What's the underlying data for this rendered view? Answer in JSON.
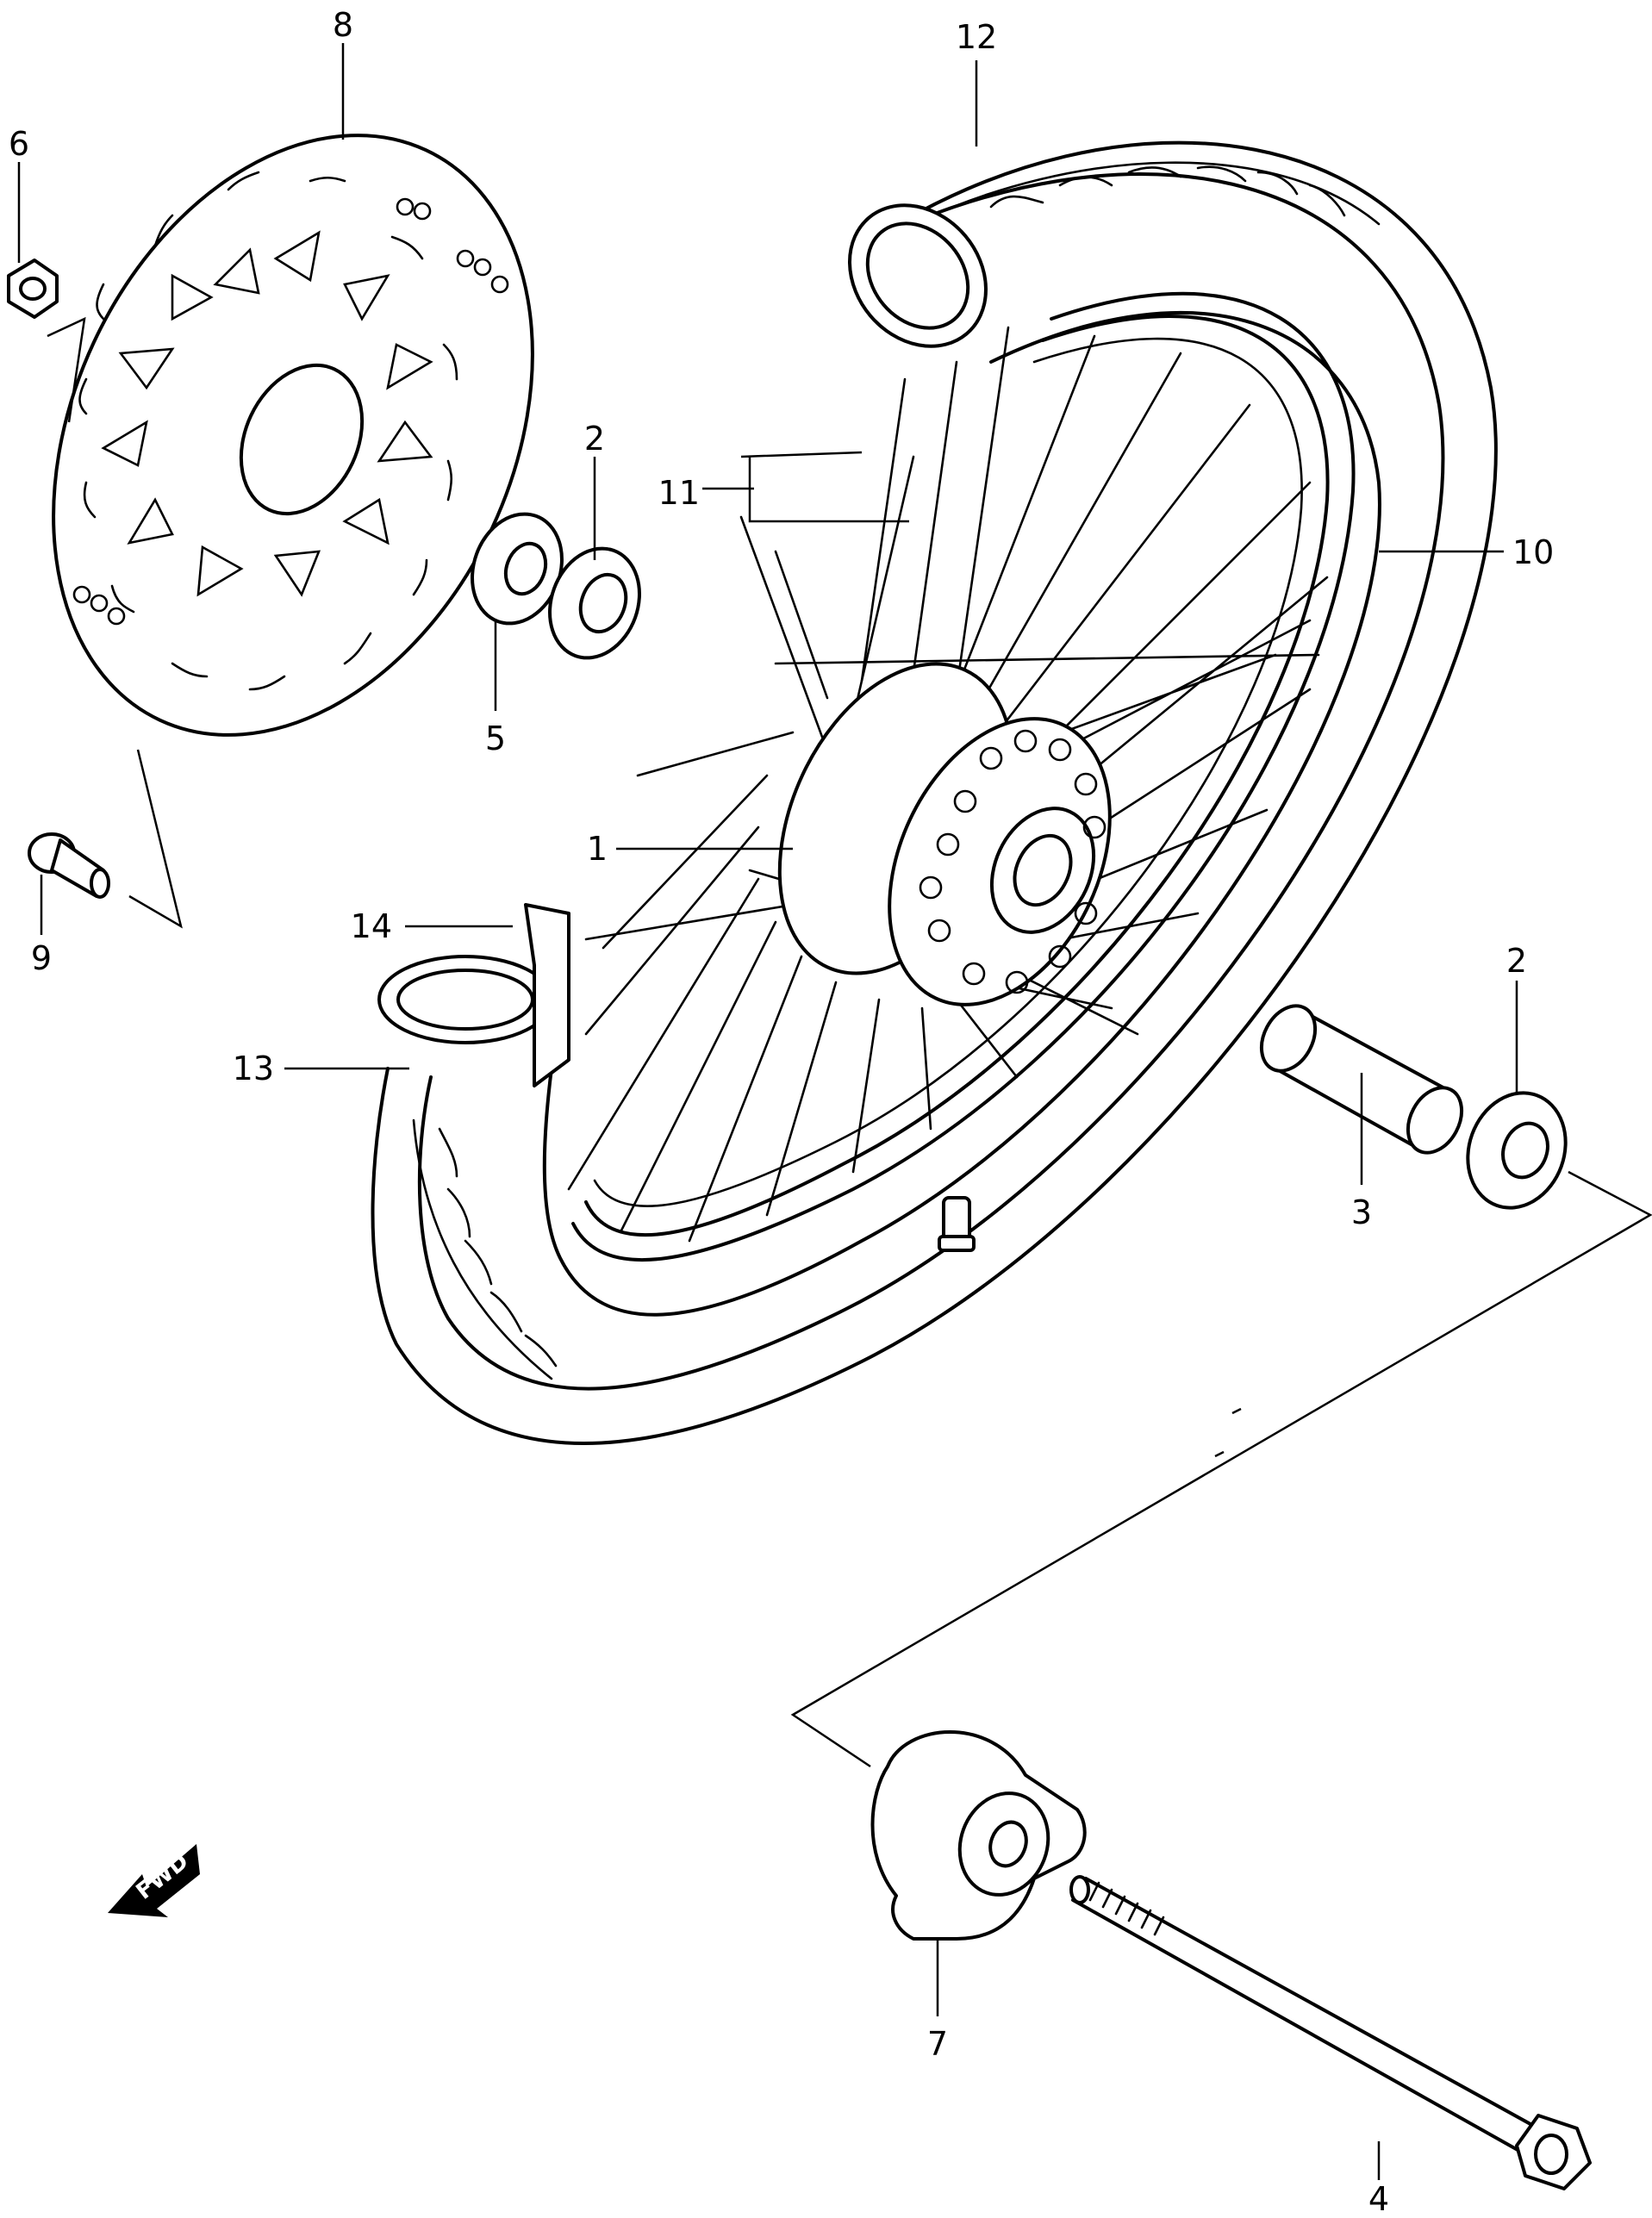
{
  "callouts": [
    {
      "id": "1",
      "label": "1"
    },
    {
      "id": "2a",
      "label": "2"
    },
    {
      "id": "2b",
      "label": "2"
    },
    {
      "id": "3",
      "label": "3"
    },
    {
      "id": "4",
      "label": "4"
    },
    {
      "id": "5",
      "label": "5"
    },
    {
      "id": "6",
      "label": "6"
    },
    {
      "id": "7",
      "label": "7"
    },
    {
      "id": "8",
      "label": "8"
    },
    {
      "id": "9",
      "label": "9"
    },
    {
      "id": "10",
      "label": "10"
    },
    {
      "id": "11",
      "label": "11"
    },
    {
      "id": "12",
      "label": "12"
    },
    {
      "id": "13",
      "label": "13"
    },
    {
      "id": "14",
      "label": "14"
    }
  ],
  "direction_arrow": {
    "label": "FWD",
    "icon": "fwd-arrow-icon"
  },
  "colors": {
    "line": "#000000",
    "background": "#ffffff"
  }
}
